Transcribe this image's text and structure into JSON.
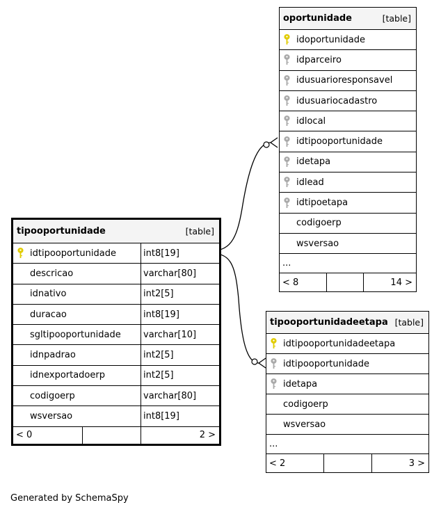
{
  "tables": {
    "oportunidade": {
      "name": "oportunidade",
      "type_label": "[table]",
      "columns": [
        {
          "name": "idoportunidade",
          "key": "primary"
        },
        {
          "name": "idparceiro",
          "key": "foreign"
        },
        {
          "name": "idusuarioresponsavel",
          "key": "foreign"
        },
        {
          "name": "idusuariocadastro",
          "key": "foreign"
        },
        {
          "name": "idlocal",
          "key": "foreign"
        },
        {
          "name": "idtipooportunidade",
          "key": "foreign"
        },
        {
          "name": "idetapa",
          "key": "foreign"
        },
        {
          "name": "idlead",
          "key": "foreign"
        },
        {
          "name": "idtipoetapa",
          "key": "foreign"
        },
        {
          "name": "codigoerp",
          "key": "none"
        },
        {
          "name": "wsversao",
          "key": "none"
        }
      ],
      "ellipsis": "...",
      "footer": {
        "left": "< 8",
        "right": "14 >"
      }
    },
    "tipooportunidade": {
      "name": "tipooportunidade",
      "type_label": "[table]",
      "columns": [
        {
          "name": "idtipooportunidade",
          "type": "int8[19]",
          "key": "primary"
        },
        {
          "name": "descricao",
          "type": "varchar[80]",
          "key": "none"
        },
        {
          "name": "idnativo",
          "type": "int2[5]",
          "key": "none"
        },
        {
          "name": "duracao",
          "type": "int8[19]",
          "key": "none"
        },
        {
          "name": "sgltipooportunidade",
          "type": "varchar[10]",
          "key": "none"
        },
        {
          "name": "idnpadrao",
          "type": "int2[5]",
          "key": "none"
        },
        {
          "name": "idnexportadoerp",
          "type": "int2[5]",
          "key": "none"
        },
        {
          "name": "codigoerp",
          "type": "varchar[80]",
          "key": "none"
        },
        {
          "name": "wsversao",
          "type": "int8[19]",
          "key": "none"
        }
      ],
      "footer": {
        "left": "< 0",
        "right": "2 >"
      }
    },
    "tipooportunidadeetapa": {
      "name": "tipooportunidadeetapa",
      "type_label": "[table]",
      "columns": [
        {
          "name": "idtipooportunidadeetapa",
          "key": "primary"
        },
        {
          "name": "idtipooportunidade",
          "key": "foreign"
        },
        {
          "name": "idetapa",
          "key": "foreign"
        },
        {
          "name": "codigoerp",
          "key": "none"
        },
        {
          "name": "wsversao",
          "key": "none"
        }
      ],
      "ellipsis": "...",
      "footer": {
        "left": "< 2",
        "right": "3 >"
      }
    }
  },
  "colors": {
    "primary_key": "#e1cc00",
    "foreign_key": "#aaaaaa",
    "header_bg": "#f4f4f4"
  },
  "footer_note": "Generated by SchemaSpy"
}
